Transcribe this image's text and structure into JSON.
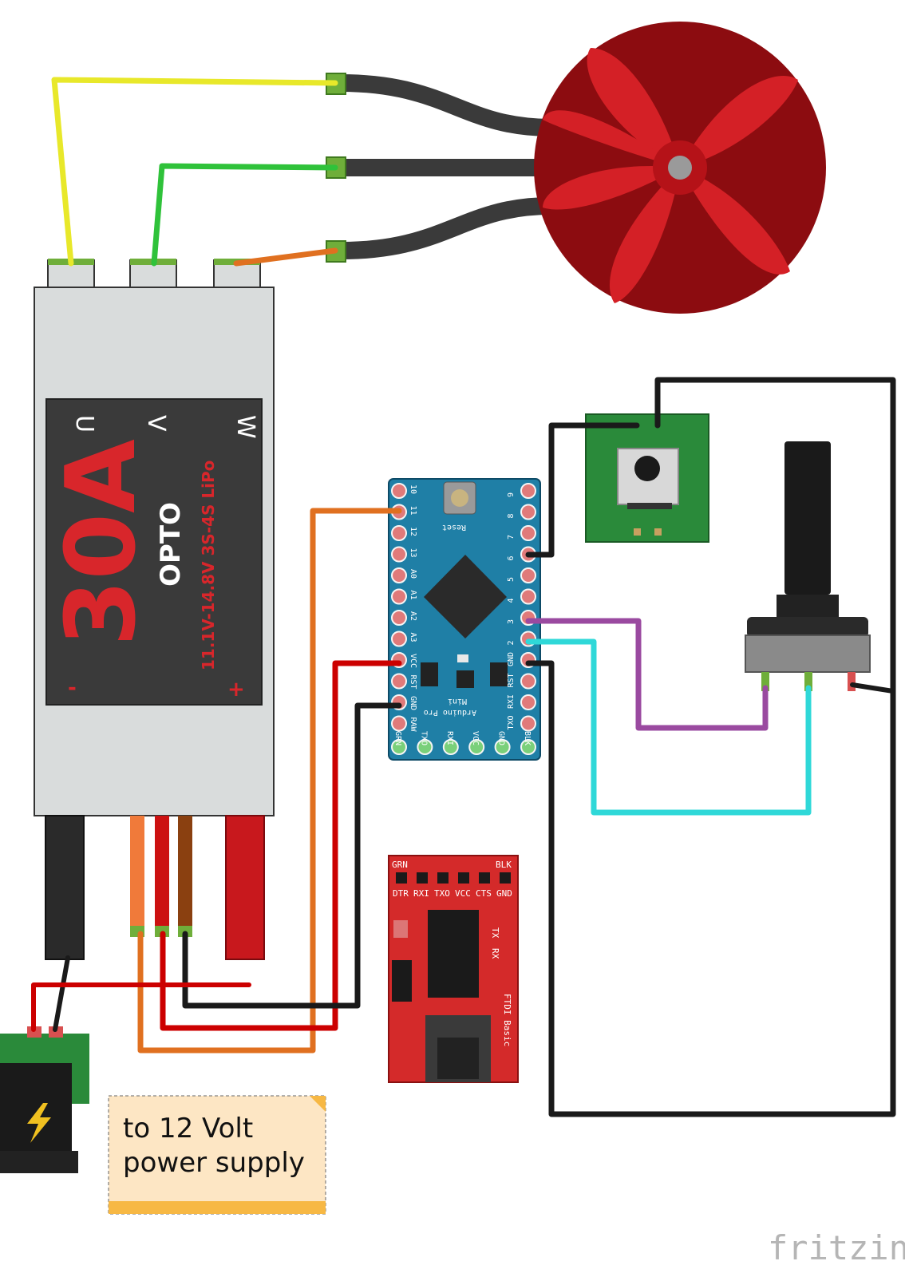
{
  "esc": {
    "rating": "30A",
    "type": "OPTO",
    "voltage": "11.1V-14.8V 3S-4S LiPo",
    "phase_u": "U",
    "phase_v": "V",
    "phase_w": "W",
    "minus": "-",
    "plus": "+"
  },
  "arduino": {
    "name": "Arduino Pro",
    "variant": "Mini",
    "reset_label": "Reset",
    "left_pins": [
      "10",
      "11",
      "12",
      "13",
      "A0",
      "A1",
      "A2",
      "A3",
      "VCC",
      "RST",
      "GND",
      "RAW"
    ],
    "right_pins": [
      "9",
      "8",
      "7",
      "6",
      "5",
      "4",
      "3",
      "2",
      "GND",
      "RST",
      "RXI",
      "TXO"
    ],
    "bottom_pins": [
      "GRN",
      "TXO",
      "RXI",
      "VCC",
      "GND",
      "BLK"
    ]
  },
  "ftdi": {
    "name": "FTDI Basic",
    "top_left": "GRN",
    "top_right": "BLK",
    "pins": [
      "DTR",
      "RXI",
      "TXO",
      "VCC",
      "CTS",
      "GND"
    ],
    "tx_label": "TX",
    "rx_label": "RX"
  },
  "note": {
    "line1": "to 12 Volt",
    "line2": "power supply"
  },
  "brand": "fritzing",
  "colors": {
    "esc_red": "#d8262b",
    "motor_red": "#b31217",
    "wire_yellow": "#e8e82a",
    "wire_green": "#2fc23a",
    "wire_orange": "#e07020",
    "wire_red": "#cc0000",
    "wire_black": "#1a1a1a",
    "wire_purple": "#9a4aa0",
    "wire_cyan": "#2fd8d8",
    "arduino_blue": "#1f7fa6",
    "ftdi_red": "#d42a2a",
    "pcb_green": "#2a8a3a"
  }
}
